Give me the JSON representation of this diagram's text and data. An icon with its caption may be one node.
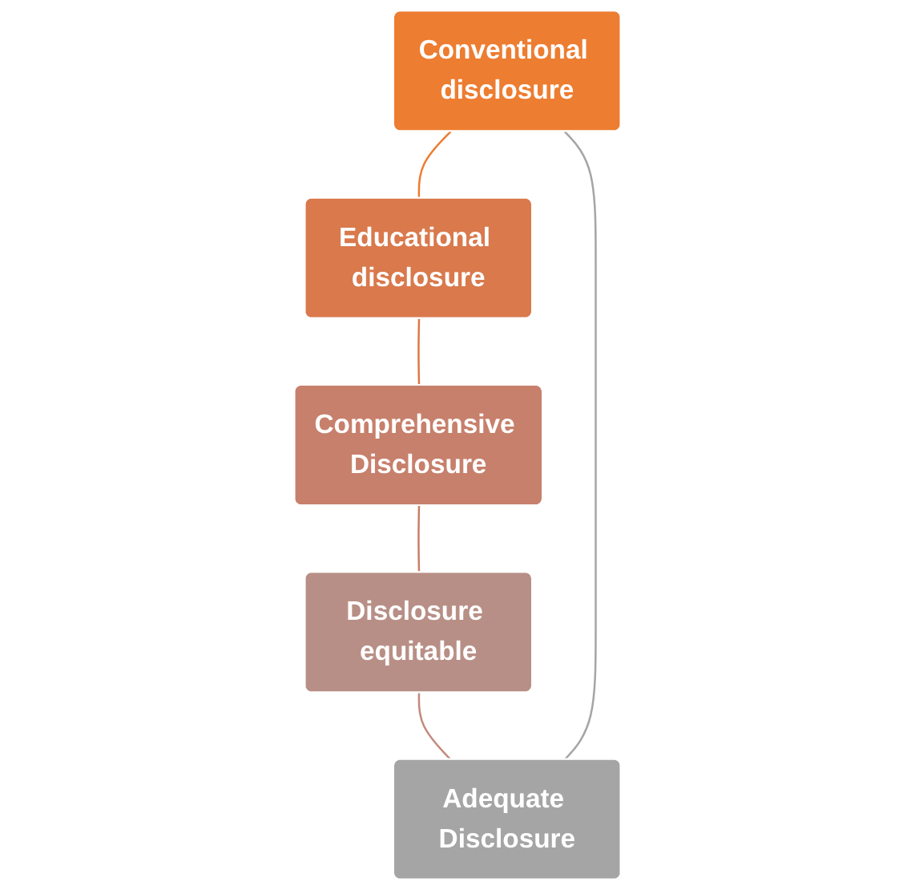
{
  "diagram": {
    "nodes": [
      {
        "text": [
          "Conventional disclosure"
        ]
      },
      {
        "text": [
          "Educational disclosure"
        ]
      },
      {
        "text": [
          "Comprehensive Disclosure"
        ]
      },
      {
        "text": [
          "Disclosure equitable"
        ]
      },
      {
        "text": [
          "Adequate Disclosure"
        ]
      }
    ],
    "edges": [
      {
        "from": 0,
        "to": 1,
        "arrow": "none",
        "color": "#ed7d31"
      },
      {
        "from": 1,
        "to": 2,
        "arrow": "none",
        "color": "#dc7a45"
      },
      {
        "from": 2,
        "to": 3,
        "arrow": "none",
        "color": "#c97f66"
      },
      {
        "from": 3,
        "to": 4,
        "arrow": "none",
        "color": "#c28a7d"
      },
      {
        "from": 4,
        "to": 0,
        "arrow": "none",
        "color": "#a5a5a5"
      }
    ]
  }
}
